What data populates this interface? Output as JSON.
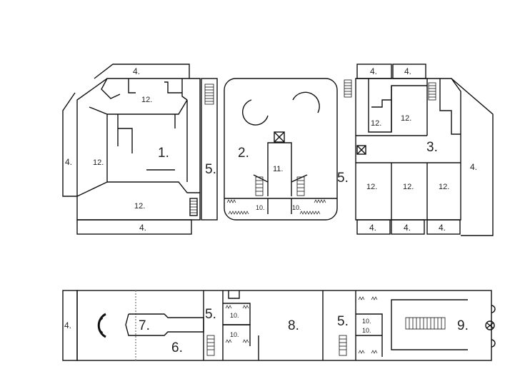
{
  "legend": {
    "n1": "1.",
    "n2": "2.",
    "n3": "3.",
    "n4": "4.",
    "n5": "5.",
    "n6": "6.",
    "n7": "7.",
    "n8": "8.",
    "n9": "9.",
    "n10": "10.",
    "n11": "11.",
    "n12": "12."
  },
  "line_color": "#111111",
  "grey_line_color": "#888888"
}
